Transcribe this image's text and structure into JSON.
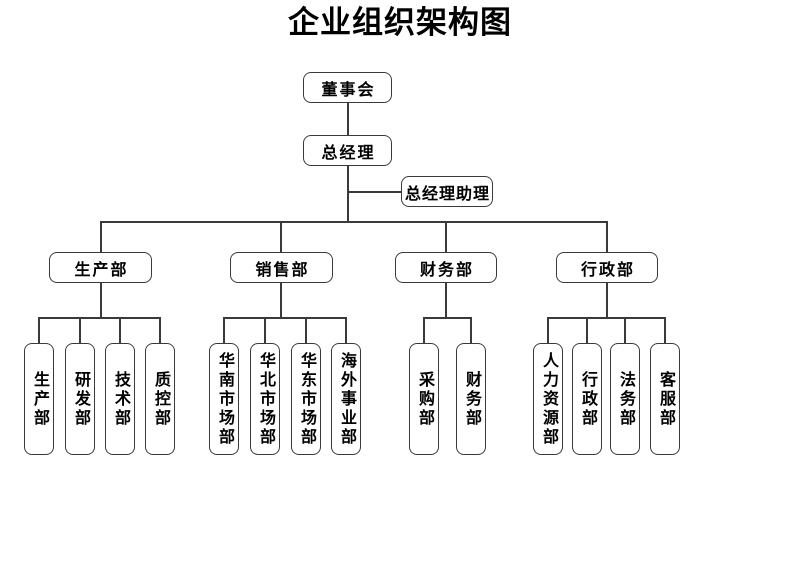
{
  "title": "企业组织架构图",
  "chart": {
    "root": "董事会",
    "gm": "总经理",
    "assistant": "总经理助理",
    "departments": [
      {
        "label": "生产部",
        "children": [
          "生产部",
          "研发部",
          "技术部",
          "质控部"
        ]
      },
      {
        "label": "销售部",
        "children": [
          "华南市场部",
          "华北市场部",
          "华东市场部",
          "海外事业部"
        ]
      },
      {
        "label": "财务部",
        "children": [
          "采购部",
          "财务部"
        ]
      },
      {
        "label": "行政部",
        "children": [
          "人力资源部",
          "行政部",
          "法务部",
          "客服部"
        ]
      }
    ]
  },
  "colors": {
    "line": "#3a3a3a",
    "text": "#000000",
    "background": "#ffffff"
  }
}
